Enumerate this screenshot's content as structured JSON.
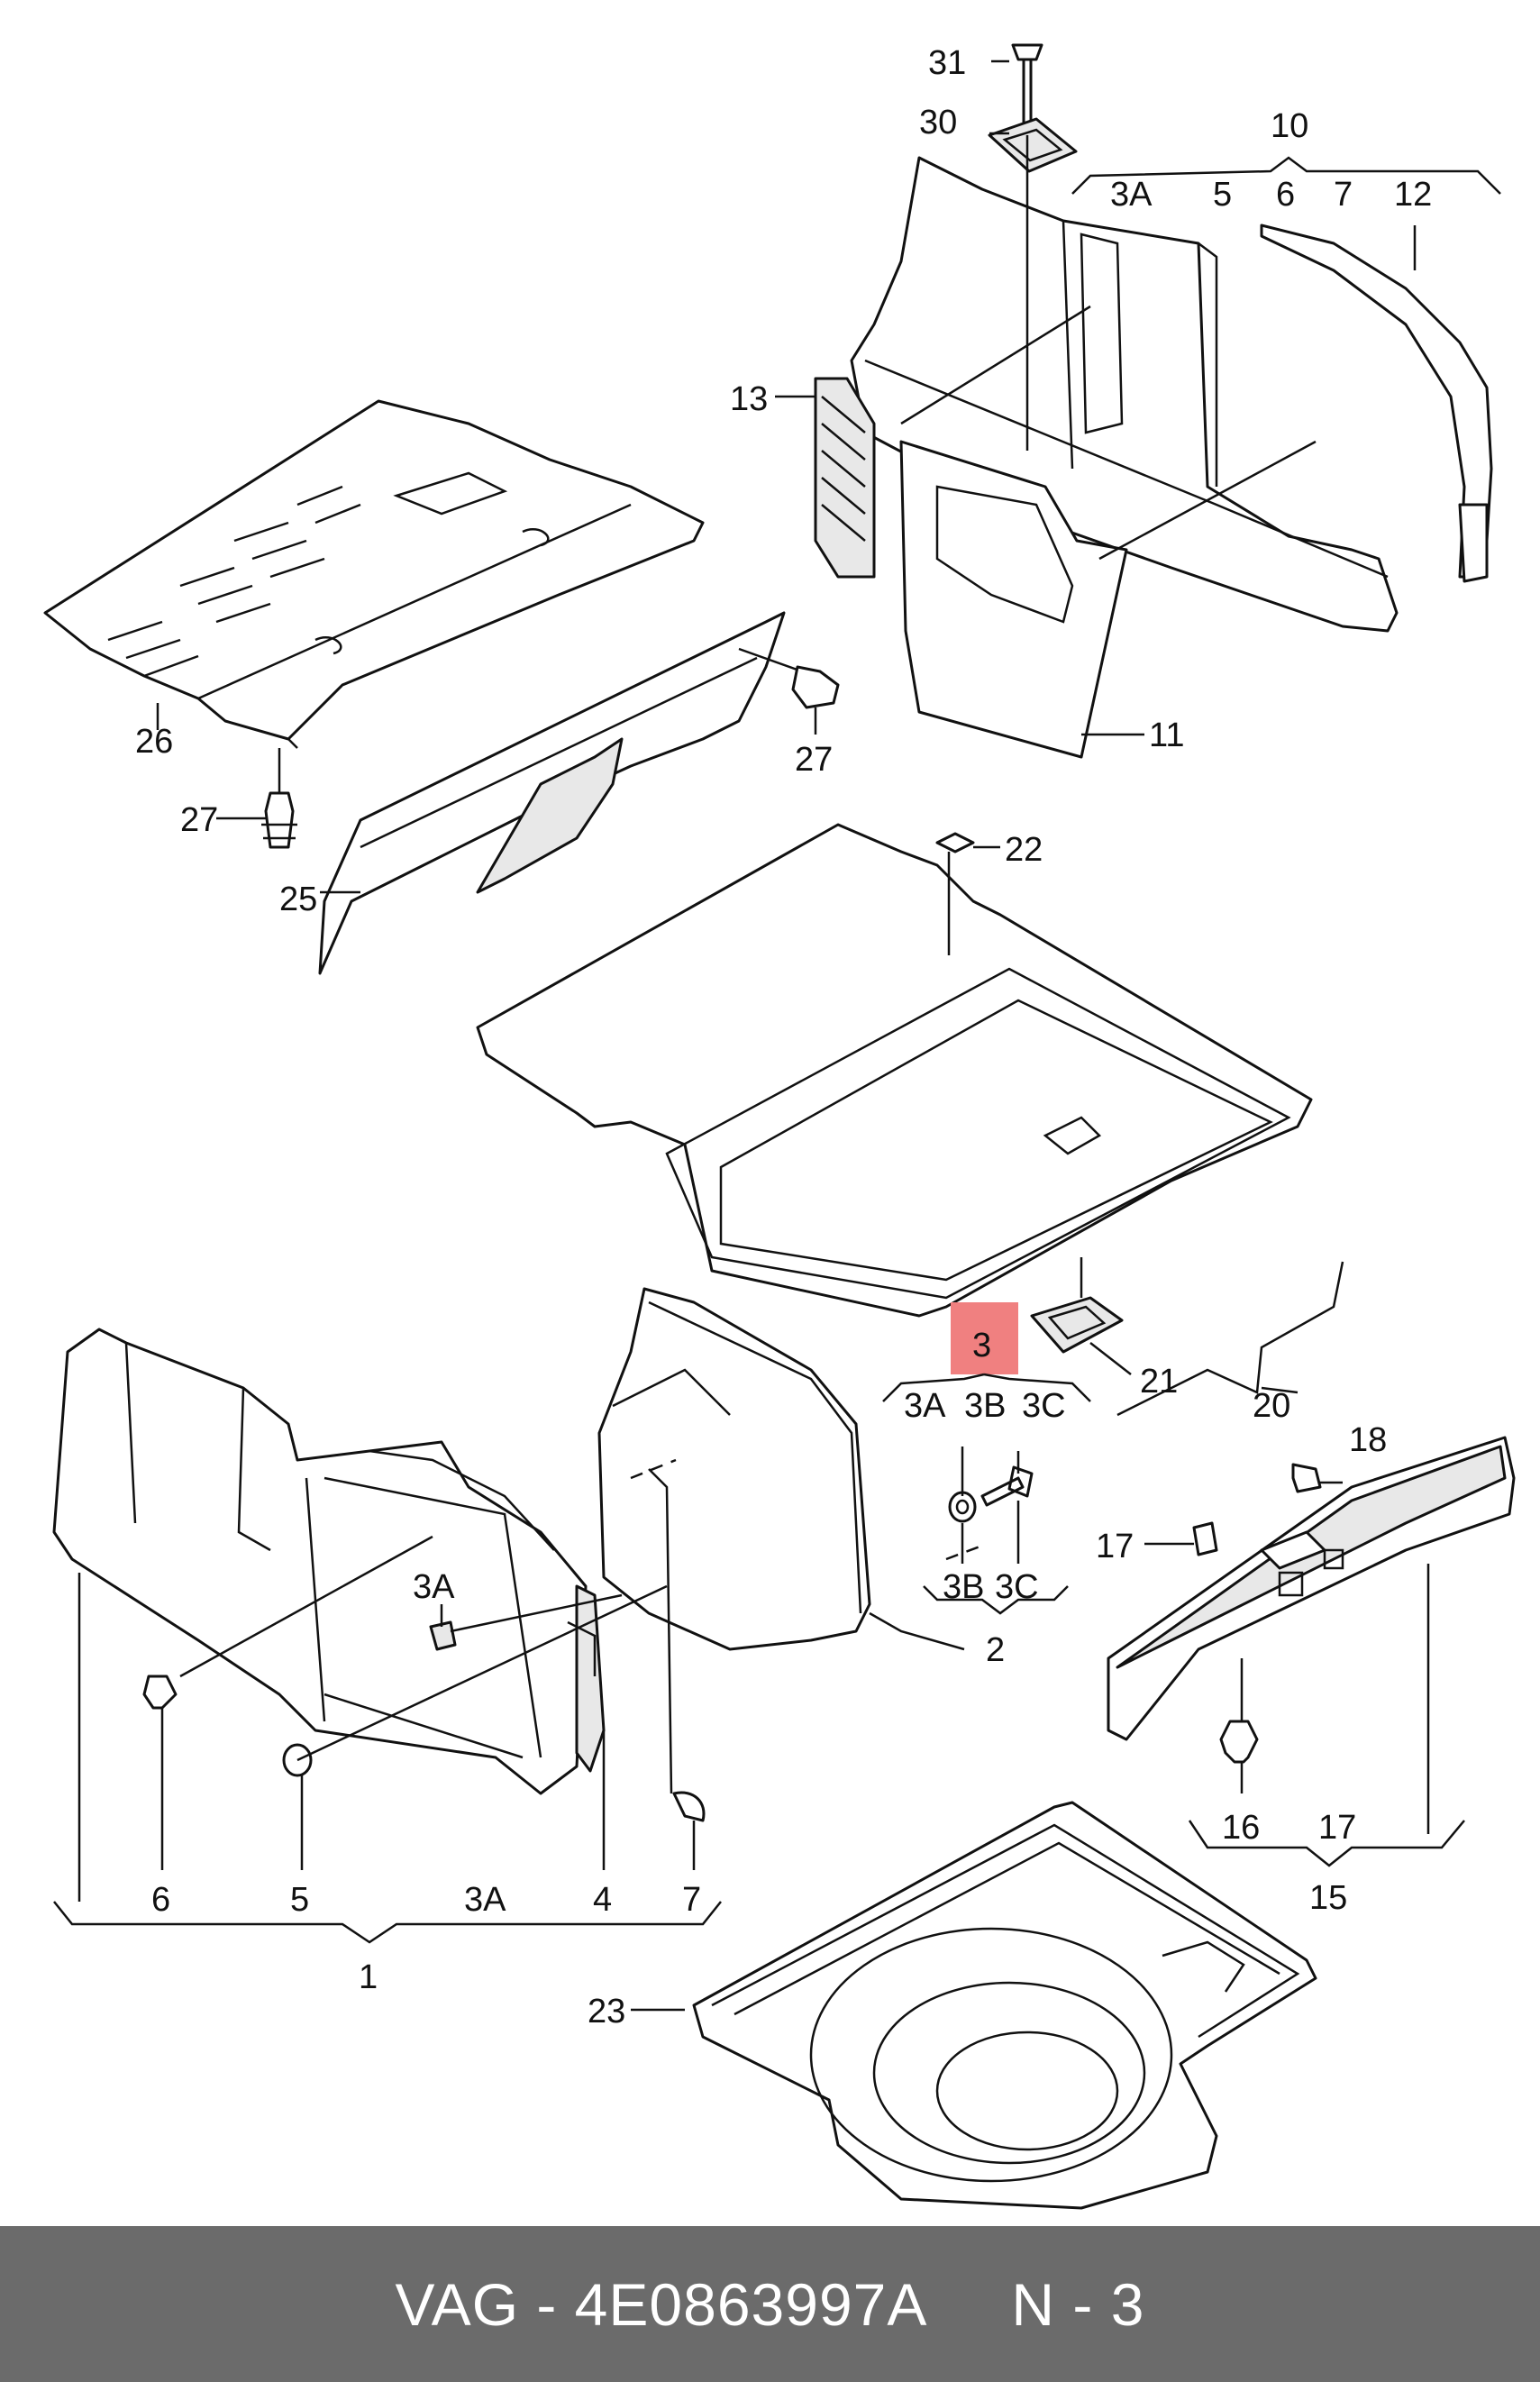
{
  "footer": {
    "caption": "VAG - 4E0863997A     N - 3"
  },
  "colors": {
    "footer_bg": "#6b6b6b",
    "highlight": "#f08080",
    "line": "#111111"
  },
  "callouts": {
    "c31": "31",
    "c30": "30",
    "c10": "10",
    "c3A_top": "3A",
    "c5_top": "5",
    "c6_top": "6",
    "c7_top": "7",
    "c12": "12",
    "c13": "13",
    "c11": "11",
    "c26": "26",
    "c27_right": "27",
    "c27_left": "27",
    "c25": "25",
    "c22": "22",
    "c3": "3",
    "c3A_mid": "3A",
    "c3B_mid": "3B",
    "c3C_mid": "3C",
    "c3B_low": "3B",
    "c3C_low": "3C",
    "c21": "21",
    "c20": "20",
    "c18": "18",
    "c17_top": "17",
    "c2": "2",
    "c3A_left": "3A",
    "c16": "16",
    "c17_bottom": "17",
    "c15": "15",
    "c6": "6",
    "c5": "5",
    "c3A_bottom": "3A",
    "c4": "4",
    "c7": "7",
    "c1": "1",
    "c23": "23"
  }
}
